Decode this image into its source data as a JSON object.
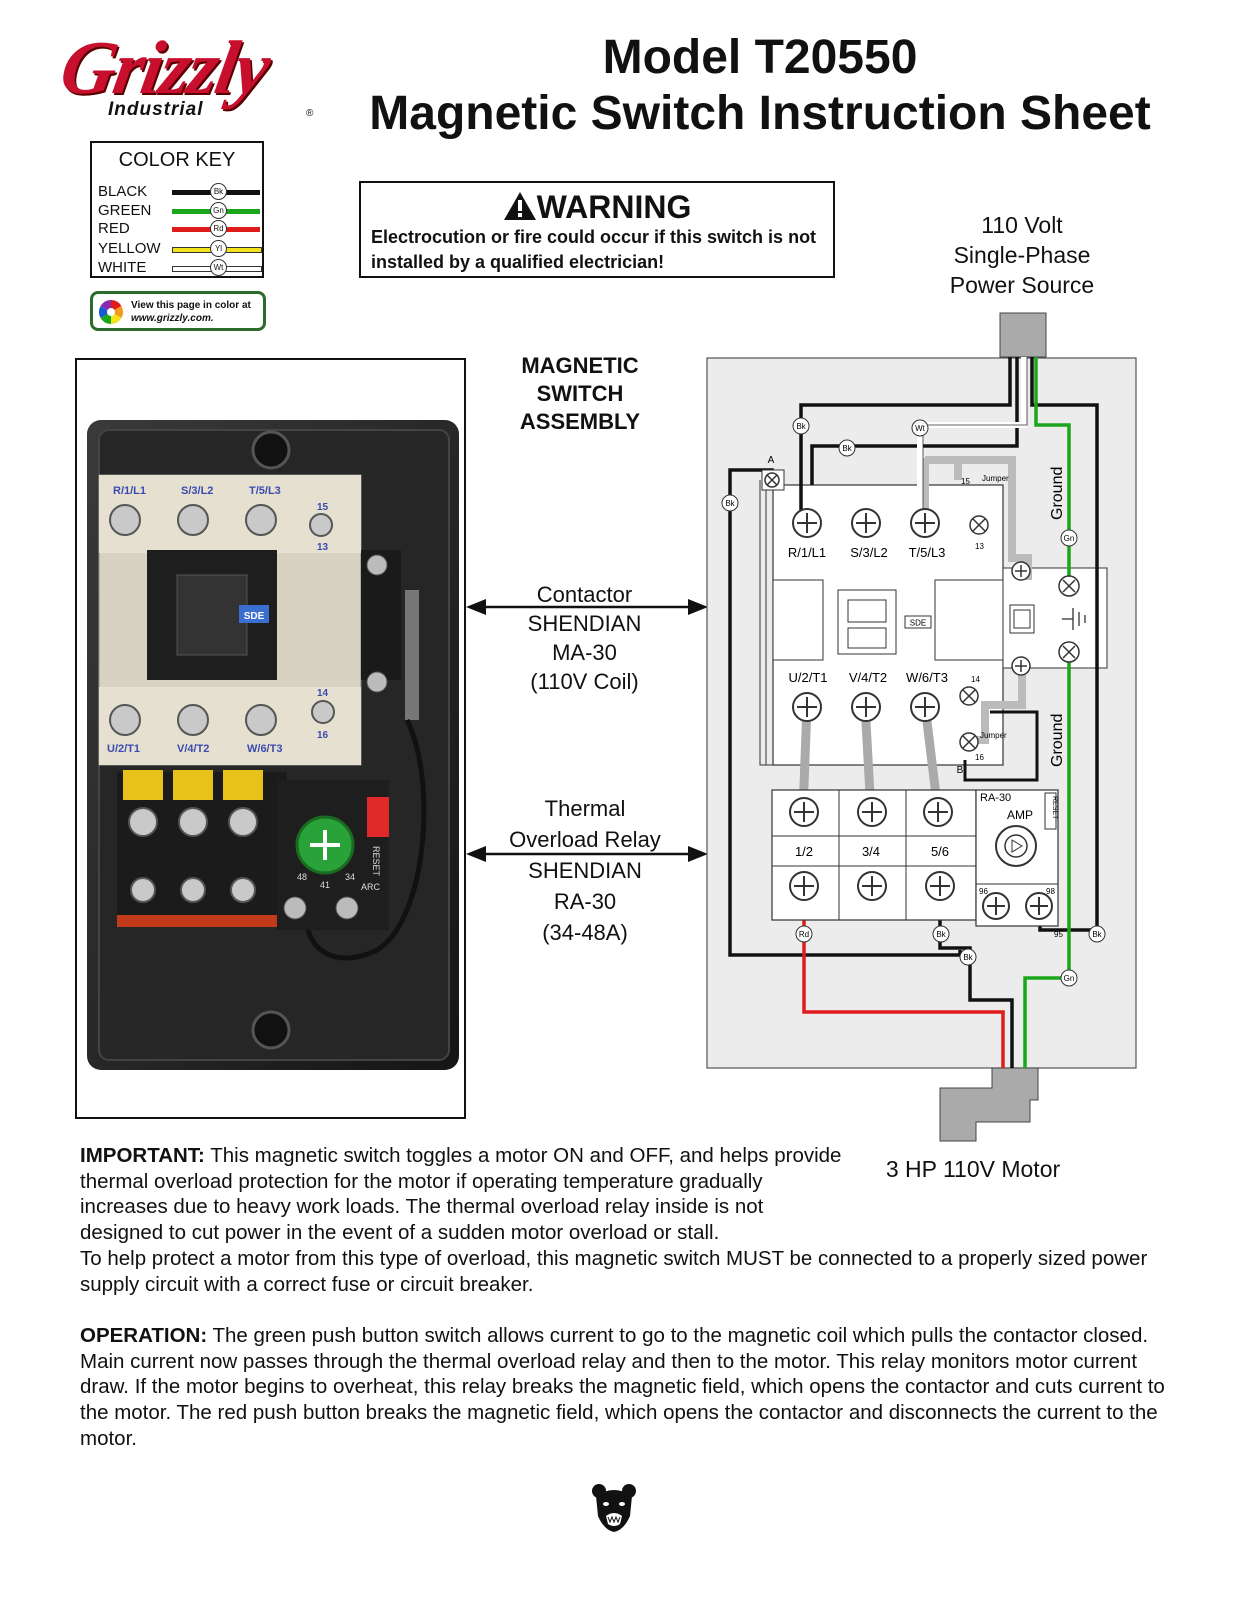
{
  "logo": {
    "brand": "Grizzly",
    "sub": "Industrial",
    "reg": "®"
  },
  "title": {
    "line1": "Model T20550",
    "line2": "Magnetic Switch Instruction Sheet"
  },
  "color_key": {
    "title": "COLOR KEY",
    "items": [
      {
        "label": "BLACK",
        "abbr": "Bk",
        "color": "#111111"
      },
      {
        "label": "GREEN",
        "abbr": "Gn",
        "color": "#1aa51a"
      },
      {
        "label": "RED",
        "abbr": "Rd",
        "color": "#e01b1b"
      },
      {
        "label": "YELLOW",
        "abbr": "Yl",
        "color": "#f2e21a"
      },
      {
        "label": "WHITE",
        "abbr": "Wt",
        "color": "#ffffff"
      }
    ]
  },
  "view_color": {
    "line1": "View this page in color at",
    "line2": "www.grizzly.com."
  },
  "warning": {
    "title": "WARNING",
    "text": "Electrocution or fire could occur if this switch is not installed by a qualified electrician!"
  },
  "power_source": {
    "line1": "110 Volt",
    "line2": "Single-Phase",
    "line3": "Power Source"
  },
  "assembly_label": {
    "line1": "MAGNETIC",
    "line2": "SWITCH",
    "line3": "ASSEMBLY"
  },
  "contactor_label": {
    "line1": "Contactor",
    "line2": "SHENDIAN",
    "line3": "MA-30",
    "line4": "(110V Coil)"
  },
  "thermal_label": {
    "line1": "Thermal",
    "line2": "Overload Relay",
    "line3": "SHENDIAN",
    "line4": "RA-30",
    "line5": "(34-48A)"
  },
  "photo": {
    "top_terms": [
      "R/1/L1",
      "S/3/L2",
      "T/5/L3"
    ],
    "bot_terms": [
      "U/2/T1",
      "V/4/T2",
      "W/6/T3"
    ],
    "aux_top": [
      "15",
      "13"
    ],
    "aux_bot": [
      "14",
      "16"
    ],
    "brand": "SDE",
    "dial": [
      "48",
      "41",
      "34"
    ],
    "reset": "RESET",
    "arc": "ARC"
  },
  "diagram": {
    "top_terms": [
      "R/1/L1",
      "S/3/L2",
      "T/5/L3"
    ],
    "bot_terms": [
      "U/2/T1",
      "V/4/T2",
      "W/6/T3"
    ],
    "relay_terms": [
      "1/2",
      "3/4",
      "5/6"
    ],
    "relay_model": "RA-30",
    "amp": "AMP",
    "reset": "RESET",
    "sde": "SDE",
    "ground": "Ground",
    "jumper": "Jumper",
    "a": "A",
    "b": "B",
    "n13": "13",
    "n14": "14",
    "n15": "15",
    "n16": "16",
    "n95": "95",
    "n96": "96",
    "n98": "98",
    "bk": "Bk",
    "wt": "Wt",
    "gn": "Gn",
    "rd": "Rd"
  },
  "motor": {
    "label": "3 HP 110V Motor"
  },
  "important": {
    "heading": "IMPORTANT:",
    "text": " This magnetic switch toggles a motor ON and OFF, and helps provide thermal overload protection for the motor if operating temperature gradually increases due to heavy work loads. The thermal overload relay inside is not designed to cut power in the event of a sudden motor overload or stall.",
    "text2": "To help protect a motor from this type of overload, this magnetic switch MUST be connected to a properly sized power supply circuit with a correct fuse or circuit breaker."
  },
  "operation": {
    "heading": "OPERATION:",
    "text": " The green push button switch allows current to go to the magnetic coil which pulls the contactor closed. Main current now passes through the thermal overload relay and then to the motor. This relay monitors motor current draw. If the motor begins to overheat, this relay breaks the magnetic field, which opens the contactor and cuts current to the motor. The red push button breaks the magnetic field, which opens the contactor and disconnects the current to the motor."
  }
}
